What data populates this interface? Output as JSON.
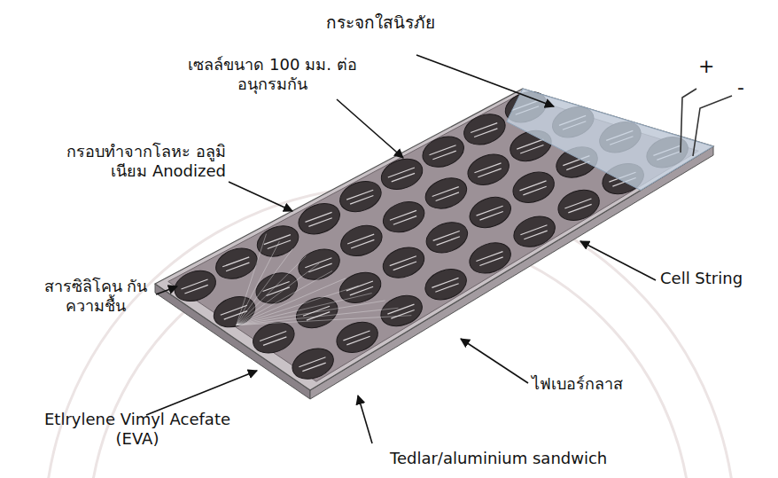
{
  "diagram": {
    "labels": [
      "กระจกใสนิรภัย",
      "เซลล์ขนาด 100 มม. ต่ออนุกรมกัน",
      "กรอบทำจากโลหะ อลูมิเนียม Anodized",
      "สารซิลิโคน กันความชื้น",
      "Etlrylene Vimyl Acefate (EVA)",
      "Tedlar/aluminium sandwich",
      "ไฟเบอร์กลาส",
      "Cell String",
      "+",
      "-"
    ]
  }
}
